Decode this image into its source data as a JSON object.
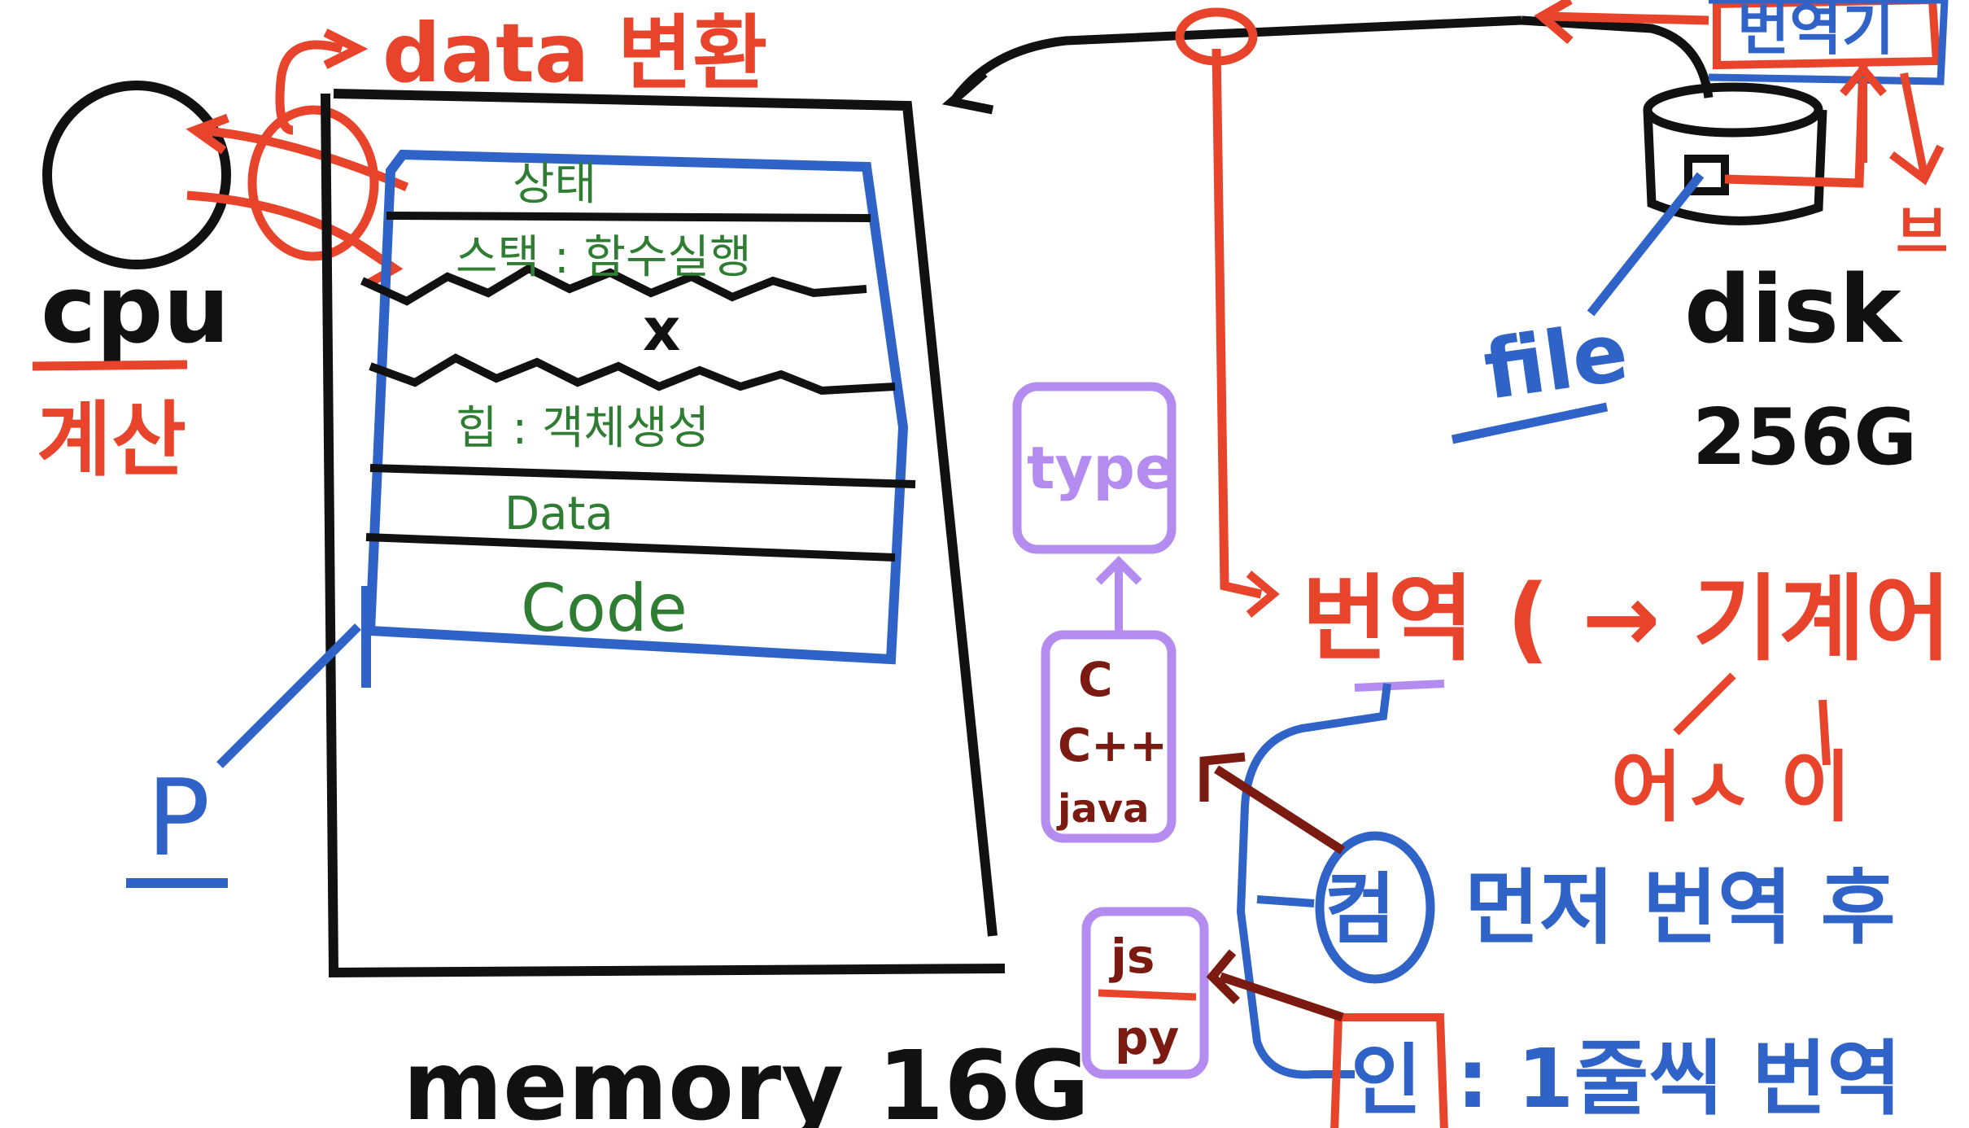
{
  "colors": {
    "black": "#111111",
    "red": "#e8432b",
    "blue": "#2f63c8",
    "green": "#2e7d32",
    "purple": "#b48cf0",
    "maroon": "#7a1a10"
  },
  "cpu": {
    "label": "cpu",
    "sub": "계산"
  },
  "data_change": {
    "label": "data 변환"
  },
  "memory": {
    "label": "memory 16G",
    "sections": [
      "상태",
      "스택 : 함수실행",
      "x",
      "힙 : 객체생성",
      "Data",
      "Code"
    ]
  },
  "pointer_label": "P",
  "disk": {
    "label": "disk",
    "size": "256G",
    "file_label": "file"
  },
  "translator_box": "번역기",
  "translate_note": "번역 ( → 기계어 )",
  "machine_note": "어ㅅ 이",
  "type_box": "type",
  "compiled_langs": [
    "C",
    "C++",
    "java"
  ],
  "interpreted_langs": [
    "js",
    "py"
  ],
  "compile_desc": {
    "badge": "컴",
    "text": "먼저 번역 후"
  },
  "interpret_desc": {
    "badge": "인",
    "text": ": 1줄씩 번역"
  }
}
